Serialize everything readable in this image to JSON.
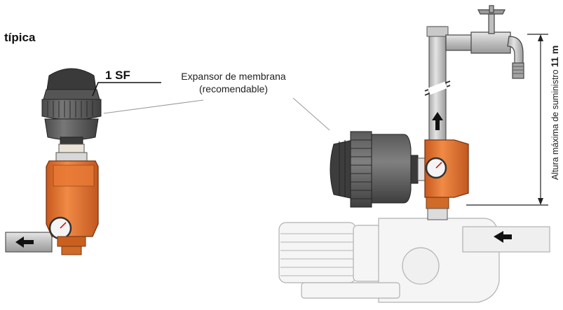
{
  "heading": "típica",
  "model_label": "1 SF",
  "callout": {
    "line1": "Expansor de membrana",
    "line2": "(recomendable)"
  },
  "height_label": {
    "text": "Altura máxima de suministro",
    "value": "11 m"
  },
  "colors": {
    "orange": "#e8722e",
    "orange_dark": "#b8521a",
    "tank_dark": "#4a4a4a",
    "tank_mid": "#6b6b6b",
    "pipe": "#c8c8c8",
    "pump_ghost": "#d6d6d6"
  }
}
